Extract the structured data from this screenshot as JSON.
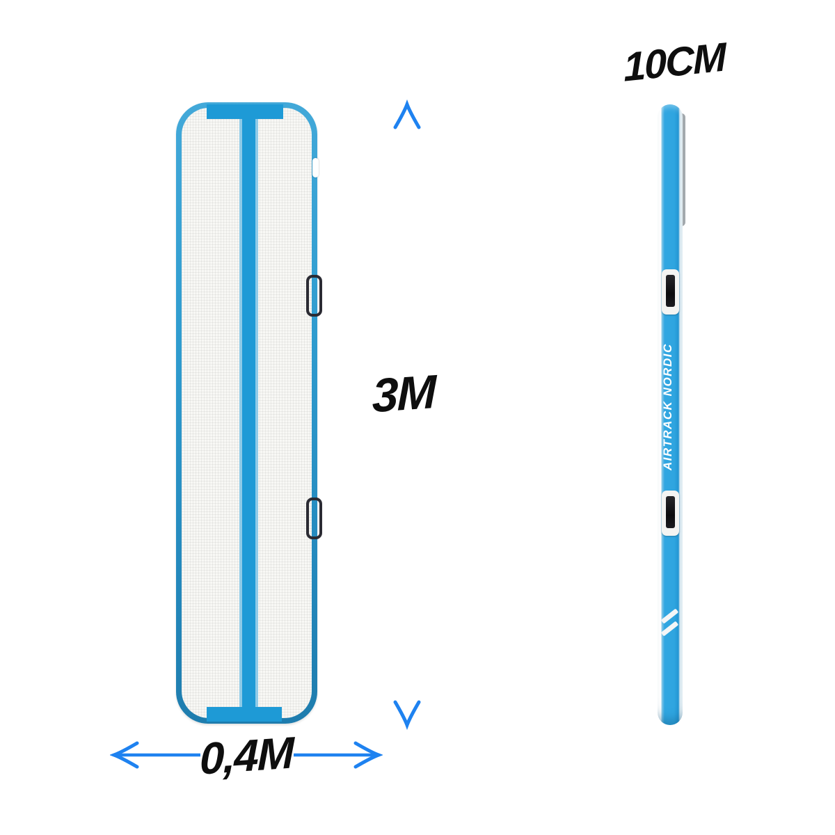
{
  "dimensions": {
    "length": "3M",
    "width": "0,4M",
    "thickness": "10CM"
  },
  "branding": {
    "side_text": "AIRTRACK NORDIC"
  },
  "colors": {
    "arrow_blue": "#1E82F0",
    "mat_blue": "#2FA5E0",
    "stripe_blue": "#1E9AD6",
    "stripe_edge_blue": "#8FCBE8",
    "border_blue_light": "#43A9D9",
    "border_blue_dark": "#1E7CAD",
    "mat_surface_white": "#F8F8F5",
    "handle_dark": "#2B2B33",
    "handle_slot_black": "#121214",
    "label_ink": "#0E0E0E",
    "side_shadow_gray": "#A3A9AD"
  },
  "icons": {
    "vertical_arrow": "double-headed-vertical-arrow",
    "horizontal_arrow": "double-headed-horizontal-arrow",
    "double_slash": "double-slash-mark"
  }
}
